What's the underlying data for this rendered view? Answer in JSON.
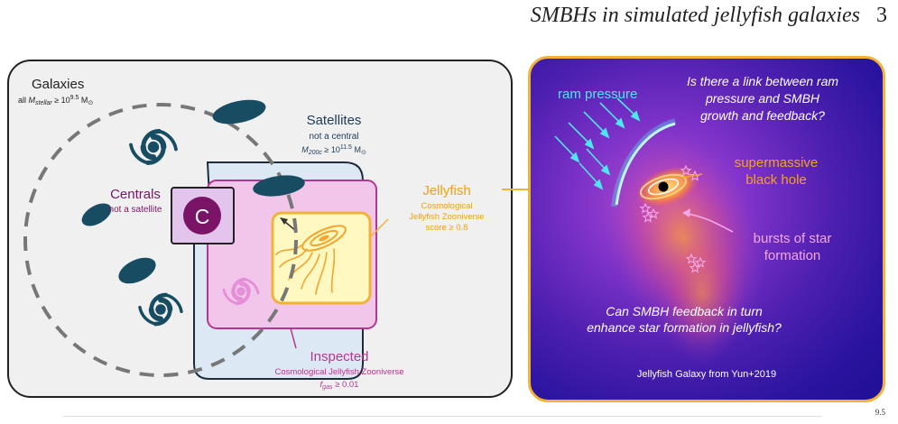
{
  "header": {
    "title": "SMBHs in simulated jellyfish galaxies",
    "page_number": "3"
  },
  "left_panel": {
    "galaxies": {
      "title": "Galaxies",
      "prefix": "all ",
      "m": "M",
      "m_sub": "stellar",
      "rel": " ≥ 10",
      "exp": "9.5",
      "unit": " M",
      "sun": "⊙"
    },
    "satellites": {
      "title": "Satellites",
      "line1": "not a central",
      "m": "M",
      "m_sub": "200c",
      "rel": " ≥ 10",
      "exp": "11.5",
      "unit": " M",
      "sun": "⊙"
    },
    "centrals": {
      "title": "Centrals",
      "line1": "not a satellite",
      "badge": "C"
    },
    "jellyfish": {
      "title": "Jellyfish",
      "line1": "Cosmological",
      "line2": "Jellyfish Zooniverse",
      "line3": "score ≥ 0.8"
    },
    "inspected": {
      "title": "Inspected",
      "line1": "Cosmological Jellyfish Zooniverse",
      "f": "f",
      "f_sub": "gas",
      "rel": " ≥ 0.01"
    }
  },
  "right_panel": {
    "ram_pressure": "ram pressure",
    "question_top": [
      "Is there a link between ram",
      "pressure and SMBH",
      "growth and feedback?"
    ],
    "smbh": [
      "supermassive",
      "black hole"
    ],
    "bursts": [
      "bursts of star",
      "formation"
    ],
    "question_bottom": [
      "Can SMBH feedback in turn",
      "enhance star formation in jellyfish?"
    ],
    "credit": "Jellyfish Galaxy from Yun+2019"
  },
  "footer": {
    "superscript": "9.5"
  },
  "colors": {
    "satellite_fill": "#dce9f5",
    "inspected_fill": "#f2c6ea",
    "inspected_border": "#b5368e",
    "jellyfish_fill": "#fff8c0",
    "jellyfish_border": "#f2b23a",
    "central_fill": "#e2c4ec",
    "central_badge": "#7b1466",
    "galaxy_fill": "#174c63",
    "cyan": "#4fe6f2",
    "orange": "#f4a020",
    "pink": "#f3a8ee"
  }
}
